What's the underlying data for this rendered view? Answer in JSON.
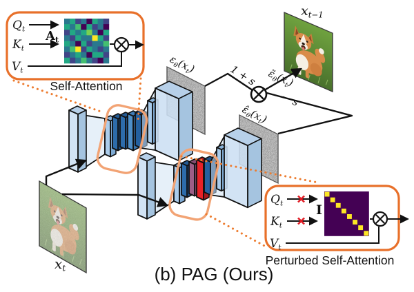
{
  "figure": {
    "caption": "(b) PAG (Ours)"
  },
  "self_attention": {
    "label": "Self-Attention",
    "q": [
      [
        "Q",
        0
      ],
      [
        "t",
        1
      ]
    ],
    "k": [
      [
        "K",
        0
      ],
      [
        "t",
        1
      ]
    ],
    "v": [
      [
        "V",
        0
      ],
      [
        "t",
        1
      ]
    ],
    "matrix_label": [
      [
        "A",
        0
      ],
      [
        "t",
        1
      ]
    ]
  },
  "perturbed_attention": {
    "label": "Perturbed Self-Attention",
    "q": [
      [
        "Q",
        0
      ],
      [
        "t",
        1
      ]
    ],
    "k": [
      [
        "K",
        0
      ],
      [
        "t",
        1
      ]
    ],
    "v": [
      [
        "V",
        0
      ],
      [
        "t",
        1
      ]
    ],
    "matrix_label": [
      [
        "I",
        0
      ]
    ]
  },
  "math_labels": {
    "x_t": [
      [
        "x",
        0
      ],
      [
        "t",
        1
      ]
    ],
    "x_t_minus_1": [
      [
        "x",
        0
      ],
      [
        "t−1",
        1
      ]
    ],
    "eps": [
      [
        "ε",
        0
      ],
      [
        "θ",
        1
      ],
      [
        "(x",
        0
      ],
      [
        "t",
        1
      ],
      [
        ")",
        0
      ]
    ],
    "eps_hat": [
      [
        "ε̂",
        0
      ],
      [
        "θ",
        1
      ],
      [
        "(x",
        0
      ],
      [
        "t",
        1
      ],
      [
        ")",
        0
      ]
    ],
    "eps_tilde": [
      [
        "ε̃",
        0
      ],
      [
        "θ",
        1
      ],
      [
        "(x",
        0
      ],
      [
        "t",
        1
      ],
      [
        ")",
        0
      ]
    ],
    "guidance_plus": "1 + s",
    "guidance_minus": "− s"
  },
  "icons": {
    "otimes": "⊗",
    "perturb_cross": "✗"
  },
  "attention_matrix": {
    "palette": [
      "#440154",
      "#414487",
      "#2a788e",
      "#22a884",
      "#44bf70",
      "#7ad151",
      "#bddf26",
      "#fde725"
    ],
    "rows": [
      "23120321",
      "32403120",
      "13235203",
      "21322731",
      "32031224",
      "24713212",
      "12320331",
      "31242102"
    ]
  },
  "identity_matrix": {
    "background": "#440154",
    "diagonal": "#fde725",
    "size": 8
  },
  "colors": {
    "box_orange": "#E8702A",
    "callout_orange": "#F2A374",
    "dot_orange": "#ED7D31",
    "cross_red": "#E01B24",
    "line_black": "#111111",
    "noise_border": "#555555",
    "image_border": "#3a3a3a",
    "grass_light": "#6FA23F",
    "grass_dark": "#49702C",
    "dog_coat": "#D98C4A",
    "dog_white": "#F5EFE4",
    "unet": {
      "light": {
        "front": "#CCDFF2",
        "top": "#B7D0E9",
        "side": "#A5C4E0"
      },
      "light2": {
        "front": "#9FC5E8",
        "top": "#8BB5DC",
        "side": "#7EAAD3"
      },
      "mid": {
        "front": "#4E8FC9",
        "top": "#3F7CB6",
        "side": "#3873AC"
      },
      "dark": {
        "front": "#2D6CAB",
        "top": "#245B94",
        "side": "#1F5289"
      },
      "dark2": {
        "front": "#24609F",
        "top": "#1D5088",
        "side": "#19477B"
      },
      "mauve": {
        "front": "#9C5E86",
        "top": "#824D70",
        "side": "#774566"
      },
      "red": {
        "front": "#E82127",
        "top": "#BA1A1F",
        "side": "#A8171C"
      },
      "funnel": "rgba(209,227,244,0.55)"
    }
  }
}
